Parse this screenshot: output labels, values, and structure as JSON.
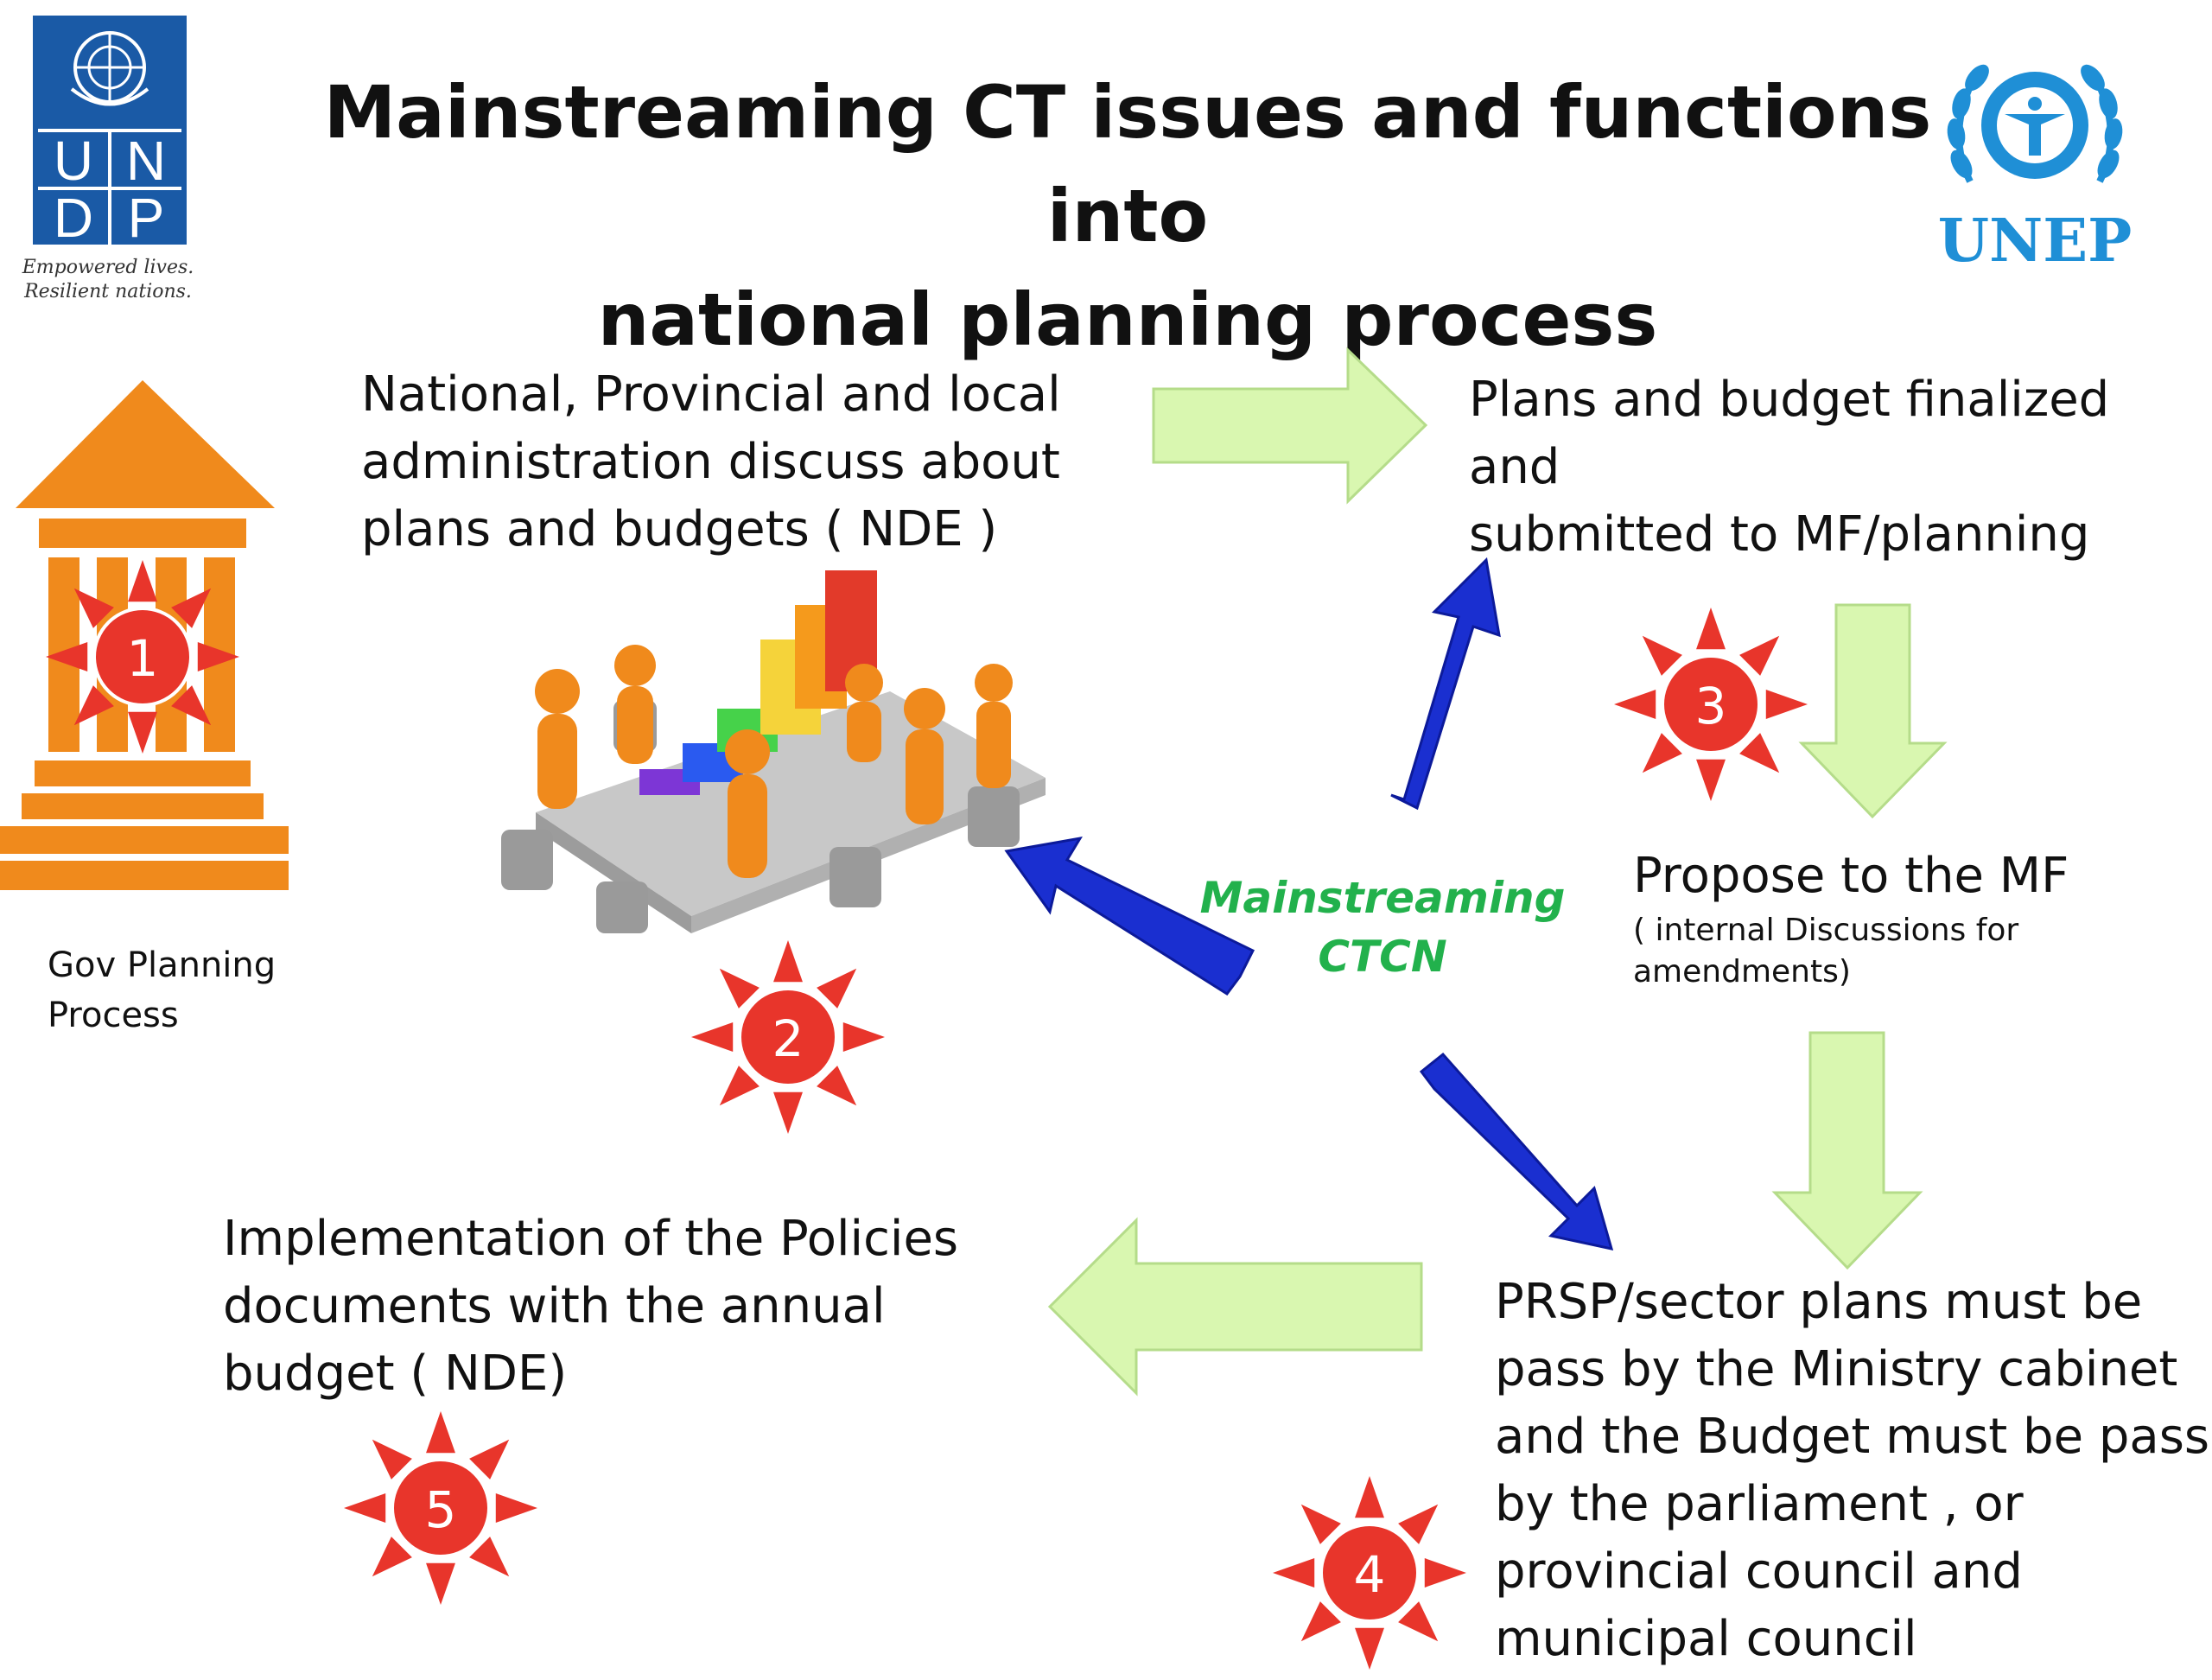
{
  "title": {
    "line1": "Mainstreaming CT issues and functions  into",
    "line2": "national planning process"
  },
  "logos": {
    "undp": {
      "letters": [
        "U",
        "N",
        "D",
        "P"
      ],
      "tagline1": "Empowered lives.",
      "tagline2": "Resilient nations.",
      "color": "#1a5aa6"
    },
    "unep": {
      "text": "UNEP",
      "color": "#1f8fd6"
    }
  },
  "steps": [
    {
      "number": "1",
      "label_line1": "Gov Planning",
      "label_line2": "Process"
    },
    {
      "number": "2",
      "line1": "National, Provincial and local",
      "line2": "administration discuss about",
      "line3": "plans and budgets  ( NDE )"
    },
    {
      "number": "3",
      "line1": "Plans and budget finalized and",
      "line2": "submitted to MF/planning"
    },
    {
      "number": "4",
      "line1": "PRSP/sector plans  must be",
      "line2": "pass by the Ministry cabinet",
      "line3": "and the Budget must be pass",
      "line4": "by the parliament , or",
      "line5": "provincial council and",
      "line6": "municipal council"
    },
    {
      "number": "5",
      "line1": "Implementation of the Policies",
      "line2": "documents with the annual",
      "line3": "budget  ( NDE)"
    }
  ],
  "propose": {
    "title": "Propose to the MF",
    "note": "( internal Discussions for amendments)"
  },
  "center": {
    "line1": "Mainstreaming",
    "line2": "CTCN"
  },
  "colors": {
    "sun": "#e8352b",
    "temple": "#f08a1c",
    "flow_arrow": "#d9f7b0",
    "blue_arrow": "#1a2fd0",
    "center_text": "#22b14c"
  }
}
